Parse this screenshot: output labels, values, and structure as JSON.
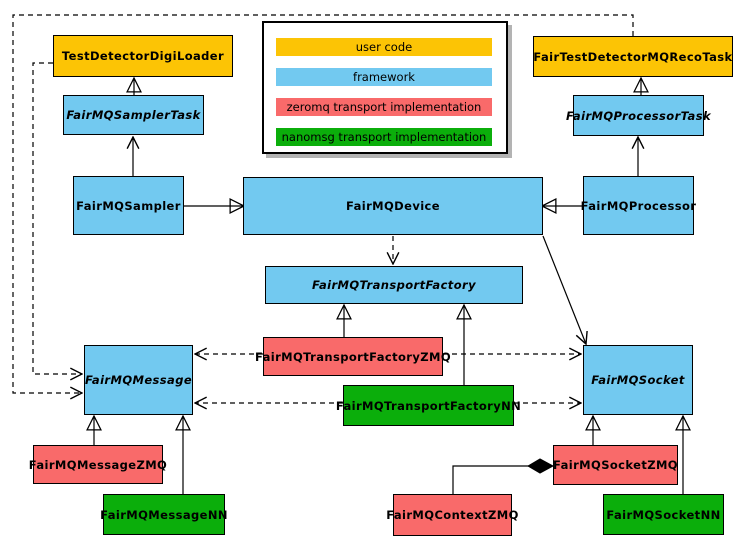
{
  "legend": {
    "items": [
      {
        "label": "user code",
        "color": "#fcc405"
      },
      {
        "label": "framework",
        "color": "#72c9f0"
      },
      {
        "label": "zeromq transport implementation",
        "color": "#f96a6a"
      },
      {
        "label": "nanomsg transport implementation",
        "color": "#0bae0b"
      }
    ]
  },
  "colors": {
    "user_code": "#fcc405",
    "framework": "#72c9f0",
    "zeromq": "#f96a6a",
    "nanomsg": "#0bae0b",
    "line": "#000000",
    "background": "#ffffff",
    "legend_shadow": "#b3b3b3"
  },
  "nodes": {
    "test_detector_digi_loader": {
      "label": "TestDetectorDigiLoader",
      "category": "user code"
    },
    "fair_test_detector_mq_reco_task": {
      "label": "FairTestDetectorMQRecoTask",
      "category": "user code"
    },
    "fairmq_sampler_task": {
      "label": "FairMQSamplerTask",
      "category": "framework",
      "abstract": true
    },
    "fairmq_processor_task": {
      "label": "FairMQProcessorTask",
      "category": "framework",
      "abstract": true
    },
    "fairmq_sampler": {
      "label": "FairMQSampler",
      "category": "framework"
    },
    "fairmq_device": {
      "label": "FairMQDevice",
      "category": "framework"
    },
    "fairmq_processor": {
      "label": "FairMQProcessor",
      "category": "framework"
    },
    "fairmq_transport_factory": {
      "label": "FairMQTransportFactory",
      "category": "framework",
      "abstract": true
    },
    "fairmq_transport_factory_zmq": {
      "label": "FairMQTransportFactoryZMQ",
      "category": "zeromq transport implementation"
    },
    "fairmq_transport_factory_nn": {
      "label": "FairMQTransportFactoryNN",
      "category": "nanomsg transport implementation"
    },
    "fairmq_message": {
      "label": "FairMQMessage",
      "category": "framework",
      "abstract": true
    },
    "fairmq_socket": {
      "label": "FairMQSocket",
      "category": "framework",
      "abstract": true
    },
    "fairmq_message_zmq": {
      "label": "FairMQMessageZMQ",
      "category": "zeromq transport implementation"
    },
    "fairmq_message_nn": {
      "label": "FairMQMessageNN",
      "category": "nanomsg transport implementation"
    },
    "fairmq_socket_zmq": {
      "label": "FairMQSocketZMQ",
      "category": "zeromq transport implementation"
    },
    "fairmq_socket_nn": {
      "label": "FairMQSocketNN",
      "category": "nanomsg transport implementation"
    },
    "fairmq_context_zmq": {
      "label": "FairMQContextZMQ",
      "category": "zeromq transport implementation"
    }
  },
  "edges": [
    {
      "type": "inheritance",
      "from": "FairMQSamplerTask",
      "triangle_at": "TestDetectorDigiLoader"
    },
    {
      "type": "inheritance",
      "from": "FairMQProcessorTask",
      "triangle_at": "FairTestDetectorMQRecoTask"
    },
    {
      "type": "inheritance",
      "from": "FairMQSampler",
      "triangle_at": "FairMQDevice"
    },
    {
      "type": "inheritance",
      "from": "FairMQProcessor",
      "triangle_at": "FairMQDevice"
    },
    {
      "type": "inheritance",
      "from": "FairMQTransportFactoryZMQ",
      "triangle_at": "FairMQTransportFactory"
    },
    {
      "type": "inheritance",
      "from": "FairMQTransportFactoryNN",
      "triangle_at": "FairMQTransportFactory"
    },
    {
      "type": "inheritance",
      "from": "FairMQMessageZMQ",
      "triangle_at": "FairMQMessage"
    },
    {
      "type": "inheritance",
      "from": "FairMQMessageNN",
      "triangle_at": "FairMQMessage"
    },
    {
      "type": "inheritance",
      "from": "FairMQSocketZMQ",
      "triangle_at": "FairMQSocket"
    },
    {
      "type": "inheritance",
      "from": "FairMQSocketNN",
      "triangle_at": "FairMQSocket"
    },
    {
      "type": "association",
      "from": "FairMQSampler",
      "arrow_at": "FairMQSamplerTask"
    },
    {
      "type": "association",
      "from": "FairMQProcessor",
      "arrow_at": "FairMQProcessorTask"
    },
    {
      "type": "association",
      "from": "FairMQDevice",
      "arrow_at": "FairMQSocket"
    },
    {
      "type": "dependency",
      "from": "FairMQDevice",
      "arrow_at": "FairMQTransportFactory"
    },
    {
      "type": "dependency",
      "from": "FairTestDetectorMQRecoTask",
      "arrow_at": "FairMQMessage"
    },
    {
      "type": "dependency",
      "from": "TestDetectorDigiLoader",
      "arrow_at": "FairMQMessage"
    },
    {
      "type": "dependency",
      "from": "FairMQTransportFactoryZMQ",
      "arrow_at": "FairMQMessage"
    },
    {
      "type": "dependency",
      "from": "FairMQTransportFactoryZMQ",
      "arrow_at": "FairMQSocket"
    },
    {
      "type": "dependency",
      "from": "FairMQTransportFactoryNN",
      "arrow_at": "FairMQMessage"
    },
    {
      "type": "dependency",
      "from": "FairMQTransportFactoryNN",
      "arrow_at": "FairMQSocket"
    },
    {
      "type": "composition",
      "from": "FairMQContextZMQ",
      "diamond_at": "FairMQSocketZMQ"
    }
  ]
}
